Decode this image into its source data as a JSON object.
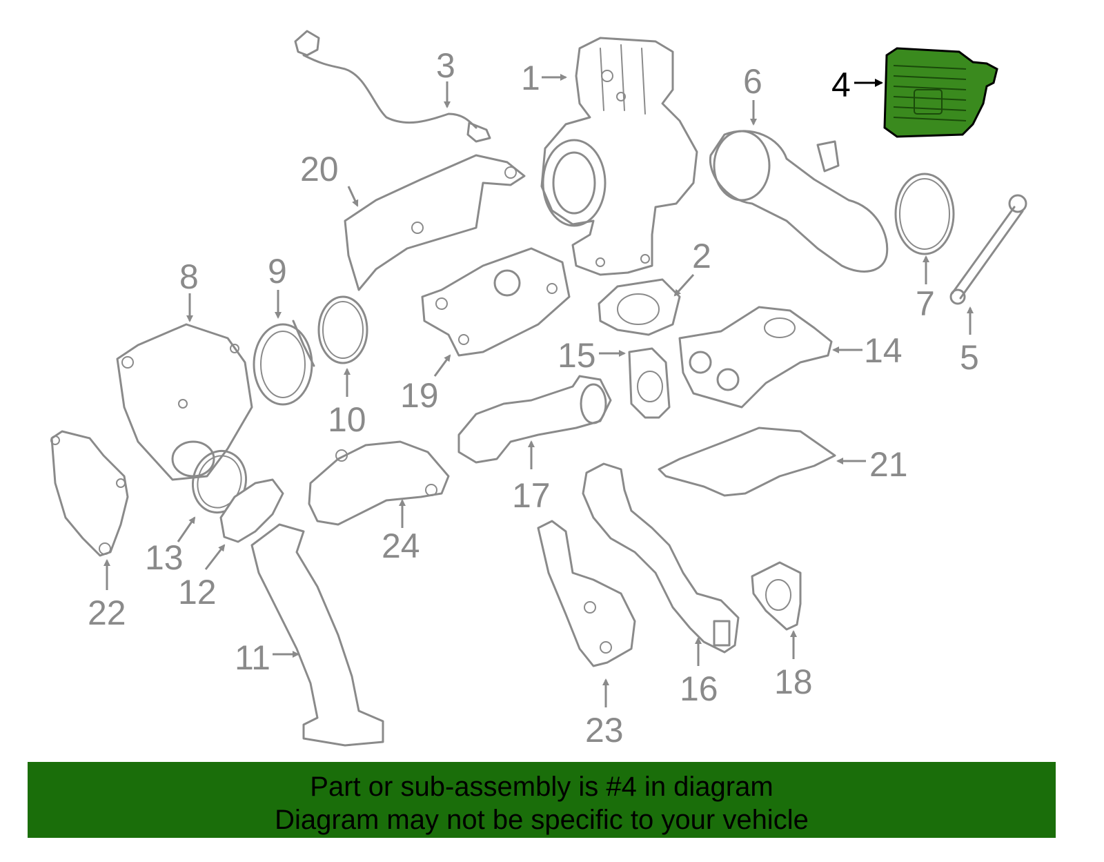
{
  "diagram": {
    "highlight_color": "#3a8a1e",
    "banner_color": "#1a6e0a",
    "callouts": [
      {
        "id": "1",
        "label": "1"
      },
      {
        "id": "2",
        "label": "2"
      },
      {
        "id": "3",
        "label": "3"
      },
      {
        "id": "4",
        "label": "4",
        "highlighted": true
      },
      {
        "id": "5",
        "label": "5"
      },
      {
        "id": "6",
        "label": "6"
      },
      {
        "id": "7",
        "label": "7"
      },
      {
        "id": "8",
        "label": "8"
      },
      {
        "id": "9",
        "label": "9"
      },
      {
        "id": "10",
        "label": "10"
      },
      {
        "id": "11",
        "label": "11"
      },
      {
        "id": "12",
        "label": "12"
      },
      {
        "id": "13",
        "label": "13"
      },
      {
        "id": "14",
        "label": "14"
      },
      {
        "id": "15",
        "label": "15"
      },
      {
        "id": "16",
        "label": "16"
      },
      {
        "id": "17",
        "label": "17"
      },
      {
        "id": "18",
        "label": "18"
      },
      {
        "id": "19",
        "label": "19"
      },
      {
        "id": "20",
        "label": "20"
      },
      {
        "id": "21",
        "label": "21"
      },
      {
        "id": "22",
        "label": "22"
      },
      {
        "id": "23",
        "label": "23"
      },
      {
        "id": "24",
        "label": "24"
      }
    ]
  },
  "banner": {
    "line1": "Part or sub-assembly is #4 in diagram",
    "line2": "Diagram may not be specific to your vehicle"
  }
}
